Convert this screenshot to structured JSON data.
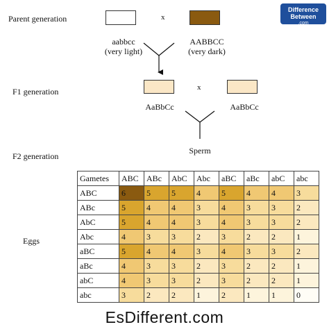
{
  "logo": {
    "line1": "Difference",
    "line2": "Between",
    "line3": ".com"
  },
  "labels": {
    "parent_generation": "Parent generation",
    "f1_generation": "F1 generation",
    "f2_generation": "F2 generation",
    "eggs": "Eggs",
    "sperm": "Sperm",
    "cross": "x"
  },
  "parents": {
    "left": {
      "genotype": "aabbcc",
      "phenotype": "(very light)",
      "color": "#ffffff"
    },
    "right": {
      "genotype": "AABBCC",
      "phenotype": "(very dark)",
      "color": "#8a5a10"
    }
  },
  "f1": {
    "left_genotype": "AaBbCc",
    "right_genotype": "AaBbCc",
    "color": "#fbe7c6"
  },
  "table": {
    "corner": "Gametes",
    "columns": [
      "ABC",
      "ABc",
      "AbC",
      "Abc",
      "aBC",
      "aBc",
      "abC",
      "abc"
    ],
    "rows": [
      {
        "label": "ABC",
        "values": [
          6,
          5,
          5,
          4,
          5,
          4,
          4,
          3
        ]
      },
      {
        "label": "ABc",
        "values": [
          5,
          4,
          4,
          3,
          4,
          3,
          3,
          2
        ]
      },
      {
        "label": "AbC",
        "values": [
          5,
          4,
          4,
          3,
          4,
          3,
          3,
          2
        ]
      },
      {
        "label": "Abc",
        "values": [
          4,
          3,
          3,
          2,
          3,
          2,
          2,
          1
        ]
      },
      {
        "label": "aBC",
        "values": [
          5,
          4,
          4,
          3,
          4,
          3,
          3,
          2
        ]
      },
      {
        "label": "aBc",
        "values": [
          4,
          3,
          3,
          2,
          3,
          2,
          2,
          1
        ]
      },
      {
        "label": "abC",
        "values": [
          4,
          3,
          3,
          2,
          3,
          2,
          2,
          1
        ]
      },
      {
        "label": "abc",
        "values": [
          3,
          2,
          2,
          1,
          2,
          1,
          1,
          0
        ]
      }
    ],
    "shade_colors": [
      "#fffdf6",
      "#fdf4dc",
      "#fbe8bf",
      "#f7dc9c",
      "#f0c873",
      "#d9a52e",
      "#8a5a10"
    ]
  },
  "watermark": "EsDifferent.com"
}
